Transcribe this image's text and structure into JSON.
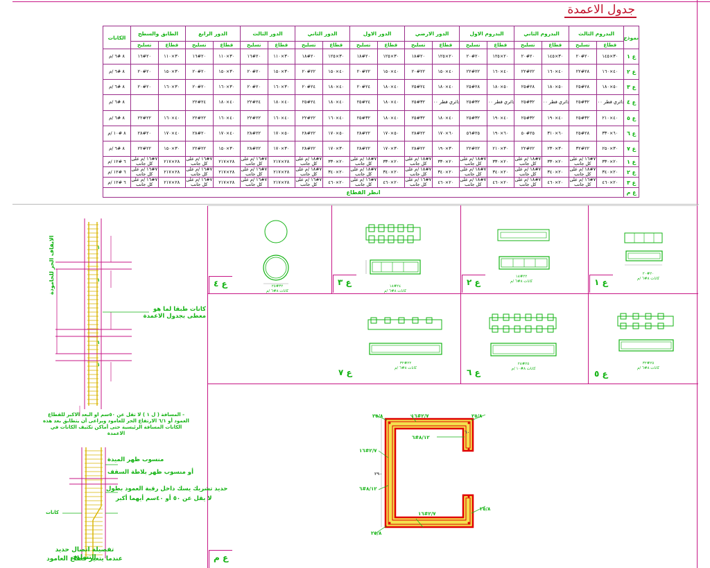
{
  "title": "جدول الاعمدة",
  "table": {
    "header_type": "نموذج",
    "header_stirrups": "الكانات",
    "floors": [
      "البدروم الثالث",
      "البدروم الثاني",
      "البدروم الاول",
      "الدور الارضي",
      "الدور الاول",
      "الدور الثاني",
      "الدور الثالث",
      "الدور الرابع",
      "الطابق والسطح"
    ],
    "sub_section": "قطاع",
    "sub_rebar": "تسليح",
    "rows": [
      {
        "type": "ع ١",
        "cells": [
          "٣٠×١٤٥",
          "٢٠#٢٠",
          "٣٠×١٤٥",
          "٢٠#٢٠",
          "٢٠×١٢٥",
          "٢٠#٢٠",
          "٢٠×١٢٥",
          "٢٠#١٨",
          "٣٠×١٢٥",
          "٢٠#١٨",
          "٣٠×١٢٥",
          "٢٠#١٨",
          "٣٠×١١٠",
          "٢٠#١٦",
          "٣٠×١١٠",
          "٢٠#١٦",
          "٣٠×١١٠",
          "٢٠#١٦"
        ],
        "stirrups": "٨ #٦ /م"
      },
      {
        "type": "ع ٢",
        "cells": [
          "٤٠×١٦٠",
          "٢٨#٢٢",
          "٤٠×١٦٠",
          "٢٢#٢٢",
          "٤٠×١٦٠",
          "٢٢#٢٢",
          "٤٠×١٥٠",
          "٢٢#٢٠",
          "٤٠×١٥٠",
          "٢٢#٢٠",
          "٤٠×١٥٠",
          "٢٢#٢٠",
          "٣٠×١٥٠",
          "٢٠#٢٠",
          "٣٠×١٥٠",
          "٢٠#٢٠",
          "٣٠×١٥٠",
          "٢٠#٢٠"
        ],
        "stirrups": "٨ #٦ /م"
      },
      {
        "type": "ع ٣",
        "cells": [
          "٥٠×١٨٠",
          "٢٨#٢٥",
          "٥٠×١٨٠",
          "٢٨#٢٥",
          "٥٠×١٨٠",
          "٢٨#٢٥",
          "٤٠×١٨٠",
          "٢٤#٢٥",
          "٤٠×١٨٠",
          "٢٤#٢٠",
          "٤٠×١٨٠",
          "٢٤#٢٠",
          "٣٠×١٦٠",
          "٢٠#٢٠",
          "٣٠×١٦٠",
          "٢٠#٢٠",
          "٣٠×١٦٠",
          "٢٠#٢٠"
        ],
        "stirrups": "٨ #٦ /م"
      },
      {
        "type": "ع ٤",
        "cells": [
          "دائري قطر ١٠٠سم",
          "٣٢#٢٥",
          "دائري قطر ١٠٠سم",
          "٣٢#٢٥",
          "دائري قطر ١٠٠سم",
          "٣٢#٢٥",
          "دائري قطر ١٠٠سم",
          "٣٢#٢٥",
          "٤٠×١٨٠",
          "٢٤#٢٥",
          "٤٠×١٨٠",
          "٢٤#٢٥",
          "٤٠×١٨٠",
          "٢٤#٢٢",
          "٤٠×١٨٠",
          "٢٤#٢٢",
          "",
          ""
        ],
        "stirrups": "٨ #٦ /م"
      },
      {
        "type": "ع ٥",
        "cells": [
          "٤٠×٢١٠",
          "٣٢#٢٥",
          "٤٠×١٩٠",
          "٣٢#٢٥",
          "٤٠×١٩٠",
          "٣٢#٢٥",
          "٤٠×١٨٠",
          "٣٢#٢٥",
          "٤٠×١٨٠",
          "٣٢#٢٥",
          "٤٠×١٦٠",
          "٢٢#٢٢",
          "٤٠×١٦٠",
          "٢٢#٢٢",
          "٤٠×١٦٠",
          "٢٢#٢٢",
          "٤٠×١٦٠",
          "٢٢#٢٢"
        ],
        "stirrups": "٨ #٦ /م"
      },
      {
        "type": "ع ٦",
        "cells": [
          "٦٠×٣٣٠",
          "٢٨#٢٥",
          "٦٠×٣١٠",
          "٢٥#٥٠",
          "٦٠×١٩٠",
          "٢٥#٥٦",
          "٦٠×١٧٠",
          "٢٢#٢٨",
          "٥٠×١٧٠",
          "٢٢#٢٨",
          "٥٠×١٧٠",
          "٢٢#٢٨",
          "٥٠×١٧٠",
          "٢٢#٢٨",
          "٤٠×١٧٠",
          "٢٠#٢٨",
          "٤٠×١٧٠",
          "٢٠#٢٨"
        ],
        "stirrups": "٨ #١٠ /م"
      },
      {
        "type": "ع ٧",
        "cells": [
          "٣٠×٢٥٠",
          "٢٢#٣٢",
          "٣٠×٢٣٠",
          "٢٢#٢٢",
          "٣٠×٢١٠",
          "٢٢#٢٢",
          "٣٠×١٩٠",
          "٢٢#٢٨",
          "٣٠×١٧٠",
          "٢٢#٢٨",
          "٣٠×١٧٠",
          "٢٢#٢٨",
          "٣٠×١٧٠",
          "٢٢#٢٨",
          "٣٠×١٥٠",
          "٢٢#٢٢",
          "٣٠×١٥٠",
          "٢٢#٢٢"
        ],
        "stirrups": "٨ #٦ /م"
      },
      {
        "type": "ع ١",
        "cells": [
          "٢٠×٣٣٠",
          "٧#١٦ /م على كل جانب",
          "٢٠×٣٣٠",
          "٧#١٨ /م على كل جانب",
          "٢٠×٣٣٠",
          "٧#١٨ /م على كل جانب",
          "٢٠×٣٣٠",
          "٧#١٨ /م على كل جانب",
          "٢٠×٣٣٠",
          "٧#١٨ /م على كل جانب",
          "٢٠×٣٣٠",
          "٧#١٨ /م على كل جانب",
          "٢٨×٢١٧",
          "٧#١٦ /م على كل جانب",
          "٢٨×٢١٧",
          "٧#١٦ /م على كل جانب",
          "٢٨×٢١٧",
          "٧#١٦ /م على كل جانب"
        ],
        "stirrups": "٦ #١٢ /م"
      },
      {
        "type": "ع ٢",
        "cells": [
          "٢٠×٣٤٠",
          "٧#١٨ /م على كل جانب",
          "٢٠×٣٤٠",
          "٧#١٨ /م على كل جانب",
          "٢٠×٣٤٠",
          "٧#١٨ /م على كل جانب",
          "٢٠×٣٤٠",
          "٧#١٨ /م على كل جانب",
          "٢٠×٣٤٠",
          "٧#١٨ /م على كل جانب",
          "٢٠×٣٤٠",
          "٧#١٨ /م على كل جانب",
          "٢٨×٢١٧",
          "٧#١٦ /م على كل جانب",
          "٢٨×٢١٧",
          "٧#١٦ /م على كل جانب",
          "٢٨×٢١٧",
          "٧#١٦ /م على كل جانب"
        ],
        "stirrups": "٦ #١٢ /م"
      },
      {
        "type": "ع ٣",
        "cells": [
          "٢٠×٤٦٠",
          "٧#١٦ /م على كل جانب",
          "٢٠×٤٦٠",
          "٧#١٨ /م على كل جانب",
          "٢٠×٤٦٠",
          "٧#١٨ /م على كل جانب",
          "٢٠×٤٦٠",
          "٧#١٦ /م على كل جانب",
          "٢٠×٤٦٠",
          "٧#١٦ /م على كل جانب",
          "٢٠×٤٦٠",
          "٧#١٦ /م على كل جانب",
          "٢٨×٢١٧",
          "٧#١٦ /م على كل جانب",
          "٢٨×٢١٧",
          "٧#١٦ /م على كل جانب",
          "٢٨×٢١٧",
          "٧#١٦ /م على كل جانب"
        ],
        "stirrups": "٦ #١٢ /م"
      }
    ],
    "footer_type": "ع م",
    "footer_text": "انظر القطاع"
  },
  "column_detail": {
    "stirrup_note": "كانات طبقا لما هو معطى بجدول الاعمدة",
    "lap_label": "الايقاف الحر للحامودة",
    "mark_one": "١",
    "note": "- المسافة ( ل ١ ) لا تقل عن ٥٠سم او البعد الاكبر للقطاع العمود أو ٦/١ الارتفاع الحر للعامود ويراعى أن يتطابق بعد هذه الكانات المسافة الرئيسية حتى أماكن تكثيف الكانات في الاعمدة"
  },
  "splice_detail": {
    "label_a": "منسوب ظهر الميدة",
    "label_b": "أو منسوب ظهر بلاطة السقف",
    "label_c": "حديد تشريك يسك داخل رقبة العمود بطول",
    "label_d": "لا يقل عن ٥٠ أو ٤٠سم أيهما أكبر",
    "side_label": "كانات",
    "caption_1": "تفصيلة اتصال حديد التسليح",
    "caption_2": "عندما يتغير قطاع العامود"
  },
  "cells": [
    {
      "tag": "ع ١",
      "cap1": "٢٠#٢٠",
      "cap2": "كانات ٨#٦ /م"
    },
    {
      "tag": "ع ٢",
      "cap1": "٢٢#١٨",
      "cap2": "كانات ٨#٦ /م"
    },
    {
      "tag": "ع ٣",
      "cap1": "٢٤#١٨",
      "cap2": "كانات ٨#٦ /م"
    },
    {
      "tag": "ع ٤",
      "cap1": "٣٢#٢٥",
      "cap2": "كانات ٨#٦ /م"
    },
    {
      "tag": "ع ٥",
      "cap1": "٢٥#٣٢",
      "cap2": "كانات ٨#٦ /م"
    },
    {
      "tag": "ع ٦",
      "cap1": "٢٥#٢٨",
      "cap2": "كانات ٨#١٠ /م"
    },
    {
      "tag": "ع ٧",
      "cap1": "٢٢#٣٢",
      "cap2": "كانات ٨#٦ /م"
    }
  ],
  "core": {
    "tag": "ع م",
    "labels": [
      "٢٥/٨",
      "٢/٧#١٦",
      "٢٥/٨",
      "٨/١٢#٦",
      "٢/٧#١٦",
      "٨/١٢#٦",
      "٢/٧#١٦",
      "٢٥/٨",
      "٢٥/٨"
    ],
    "dim_vertical": "٢٩٠",
    "dim_top": "٦٠"
  },
  "colors": {
    "frame": "#c71585",
    "text_green": "#13b313",
    "title_red": "#c0102a",
    "rebar_red": "#e00000",
    "concrete_yellow": "#f4e04d"
  }
}
